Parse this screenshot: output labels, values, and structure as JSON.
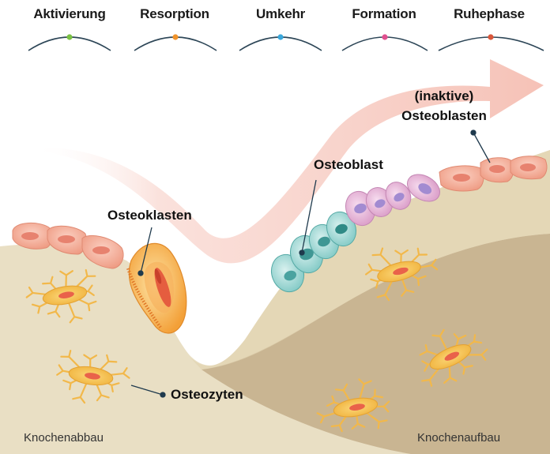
{
  "phases": [
    {
      "name": "Aktivierung",
      "dot_color": "#7ac143"
    },
    {
      "name": "Resorption",
      "dot_color": "#f0932b"
    },
    {
      "name": "Umkehr",
      "dot_color": "#3aa8dc"
    },
    {
      "name": "Formation",
      "dot_color": "#e0508f"
    },
    {
      "name": "Ruhephase",
      "dot_color": "#d9573b"
    }
  ],
  "labels": {
    "osteoklasten": "Osteoklasten",
    "osteoblast": "Osteoblast",
    "inactive_line1": "(inaktive)",
    "inactive_line2": "Osteoblasten",
    "osteozyten": "Osteozyten",
    "knochenabbau": "Knochenabbau",
    "knochenaufbau": "Knochenaufbau"
  },
  "colors": {
    "bone": "#e9dfc4",
    "bone_dark": "#c7b38e",
    "arrow": "#f6c6bd",
    "lining_cell": "#f2a58c",
    "osteocyte": "#f4c24f",
    "osteoclast": "#f6a23c",
    "osteoblast_teal": "#9bd6d3",
    "osteoblast_pink": "#e7b3d7",
    "pointer": "#1f3a4d"
  }
}
